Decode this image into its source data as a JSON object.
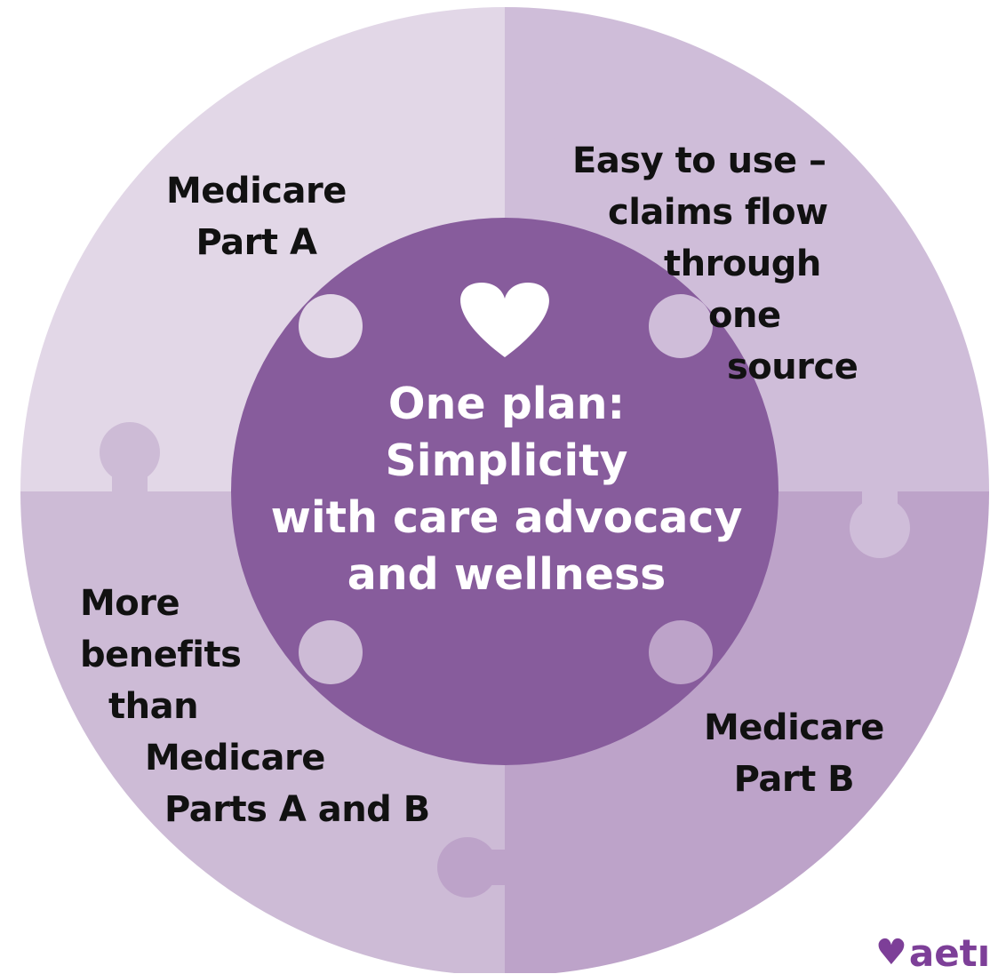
{
  "diagram": {
    "center": {
      "lines": [
        "One plan:",
        "Simplicity",
        "with care advocacy",
        "and wellness"
      ],
      "icon": "heart-icon"
    },
    "quadrants": [
      {
        "id": "top-left",
        "lines": [
          "Medicare",
          "Part A"
        ]
      },
      {
        "id": "top-right",
        "lines": [
          "Easy to use –",
          "claims flow",
          "through",
          "one",
          "source"
        ]
      },
      {
        "id": "bottom-right",
        "lines": [
          "Medicare",
          "Part B"
        ]
      },
      {
        "id": "bottom-left",
        "lines": [
          "More",
          "benefits",
          "than",
          "Medicare",
          "Parts A and B"
        ]
      }
    ]
  },
  "logo": {
    "text": "aetı",
    "icon": "heart-icon"
  },
  "colors": {
    "top_left": "#e2d7e7",
    "top_right": "#cfbdd9",
    "bottom_left": "#cdbbd6",
    "bottom_right": "#bda3c9",
    "center": "#875c9c",
    "brand": "#7d3f98",
    "text": "#111111"
  }
}
